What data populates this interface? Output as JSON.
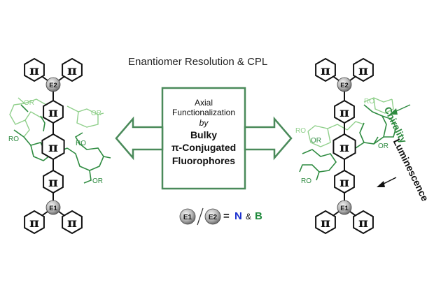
{
  "title": "Enantiomer Resolution & CPL",
  "center_box": {
    "line1": "Axial",
    "line2": "Functionalization",
    "line3": "by",
    "line4": "Bulky",
    "line5": "π-Conjugated",
    "line6": "Fluorophores"
  },
  "legend": {
    "e1": "E1",
    "e2": "E2",
    "equals": "=",
    "n": "N",
    "amp": "&",
    "b": "B"
  },
  "pi_label": "π",
  "ro_label": "RO",
  "or_label": "OR",
  "side_labels": {
    "chirality": "Chirality",
    "luminescence": "Luminescence"
  },
  "colors": {
    "green": "#2e8b40",
    "light_green": "#8fcf8a",
    "box_border": "#4a8a5a",
    "n_blue": "#1a2fcf",
    "b_green": "#1f8a3c",
    "atom_gray": "#9a9a9a"
  }
}
